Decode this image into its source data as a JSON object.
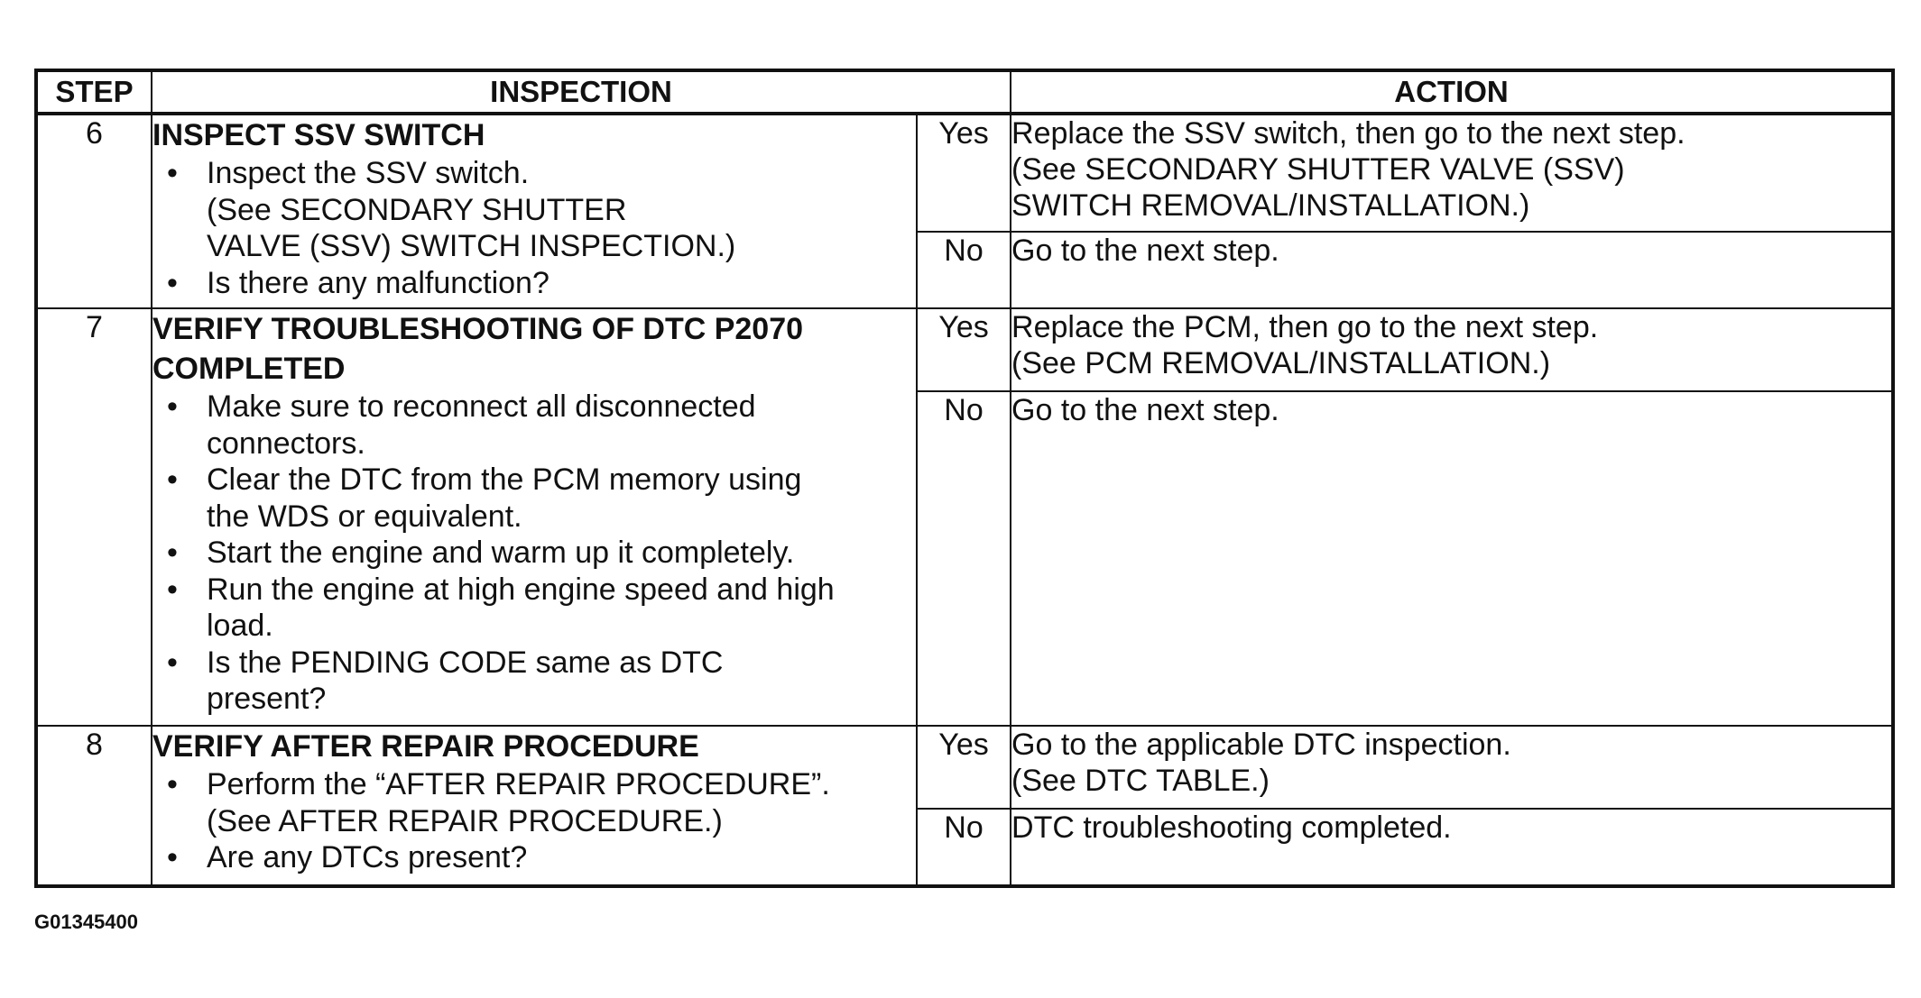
{
  "table": {
    "headers": {
      "step": "STEP",
      "inspection": "INSPECTION",
      "action": "ACTION"
    },
    "rows": [
      {
        "step": "6",
        "title": "INSPECT SSV SWITCH",
        "bullets": [
          "Inspect the SSV switch.\n(See SECONDARY SHUTTER\nVALVE (SSV) SWITCH INSPECTION.)",
          "Is there any malfunction?"
        ],
        "yes_label": "Yes",
        "yes_action": "Replace the SSV switch, then go to the next step.\n(See SECONDARY SHUTTER VALVE (SSV)\nSWITCH REMOVAL/INSTALLATION.)",
        "no_label": "No",
        "no_action": "Go to the next step."
      },
      {
        "step": "7",
        "title": "VERIFY TROUBLESHOOTING OF DTC P2070 COMPLETED",
        "bullets": [
          "Make sure to reconnect all disconnected\nconnectors.",
          "Clear the DTC from the PCM memory using\nthe WDS or equivalent.",
          "Start the engine and warm up it completely.",
          "Run the engine at high engine speed and high\nload.",
          "Is the PENDING CODE same as DTC\npresent?"
        ],
        "yes_label": "Yes",
        "yes_action": "Replace the PCM, then go to the next step.\n(See PCM REMOVAL/INSTALLATION.)",
        "no_label": "No",
        "no_action": "Go to the next step."
      },
      {
        "step": "8",
        "title": "VERIFY AFTER REPAIR PROCEDURE",
        "bullets": [
          "Perform the “AFTER REPAIR PROCEDURE”.\n(See AFTER REPAIR PROCEDURE.)",
          "Are any DTCs present?"
        ],
        "yes_label": "Yes",
        "yes_action": "Go to the applicable DTC inspection.\n(See DTC TABLE.)",
        "no_label": "No",
        "no_action": "DTC troubleshooting completed."
      }
    ]
  },
  "figure_id": "G01345400",
  "bullet_glyph": "•"
}
